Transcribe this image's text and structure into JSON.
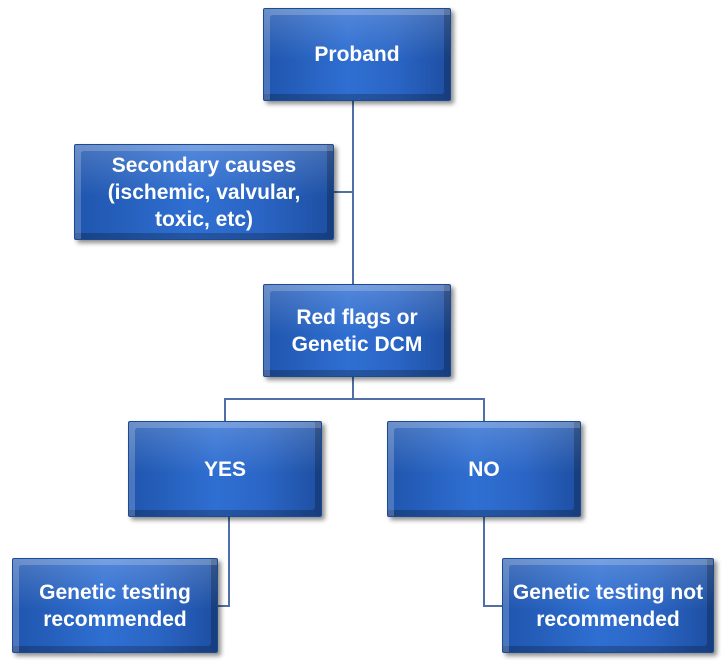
{
  "diagram": {
    "nodes": {
      "proband": {
        "label": "Proband"
      },
      "secondary": {
        "label": "Secondary causes (ischemic, valvular, toxic, etc)"
      },
      "red_flags": {
        "label": "Red flags or Genetic DCM"
      },
      "yes": {
        "label": "YES"
      },
      "no": {
        "label": "NO"
      },
      "testing_recommended": {
        "label": "Genetic testing recommended"
      },
      "testing_not_recommended": {
        "label": "Genetic testing not recommended"
      }
    },
    "colors": {
      "box_fill": "#2b66c6",
      "box_border": "#1e4a91",
      "connector": "#4f6fa6",
      "text": "#ffffff"
    }
  }
}
